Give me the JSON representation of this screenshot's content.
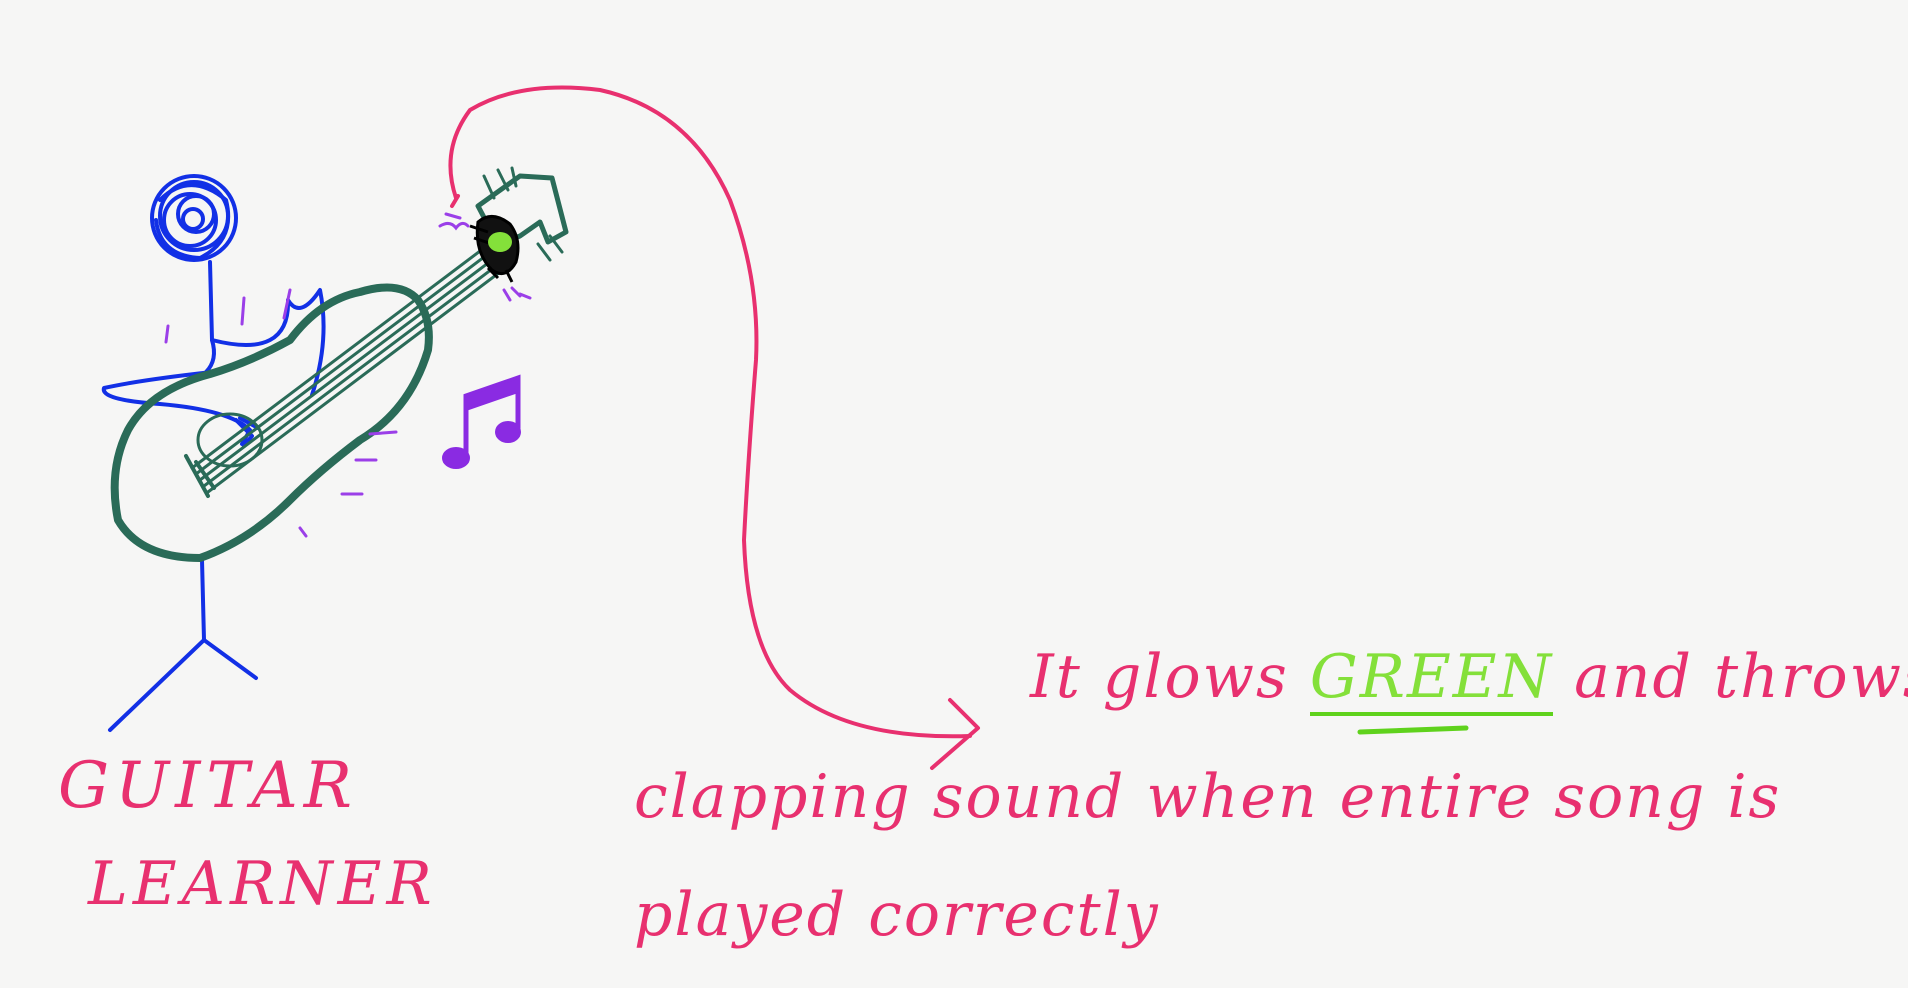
{
  "labels": {
    "figure_line_1": "GUITAR",
    "figure_line_2": "LEARNER"
  },
  "note": {
    "line1_start": "It glows",
    "line1_highlight": "GREEN",
    "line1_end": "and throws",
    "line2": "clapping sound when entire song is",
    "line3": "played correctly"
  },
  "colors": {
    "paper": "#f6f6f5",
    "stick_figure": "#1230e6",
    "guitar": "#2a6b58",
    "arrow_and_text": "#e8306f",
    "glow_highlight": "#84e03a",
    "music_note": "#8a2be2",
    "vibration_marks": "#9b3fe8"
  },
  "icons": [
    "stick-figure-icon",
    "guitar-icon",
    "music-note-icon",
    "curved-arrow-icon"
  ]
}
